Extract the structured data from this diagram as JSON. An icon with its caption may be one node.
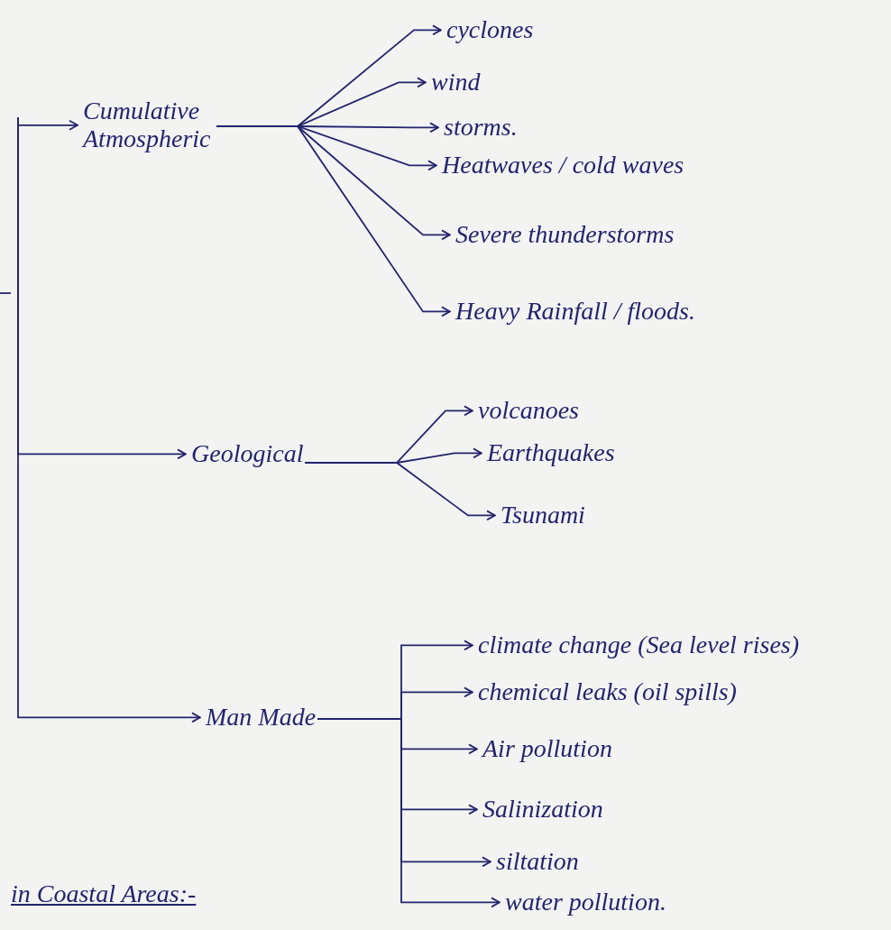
{
  "diagram": {
    "nodes": [
      {
        "text": [
          "Cumulative Atmospheric"
        ]
      },
      {
        "text": [
          "cyclones"
        ]
      },
      {
        "text": [
          "wind"
        ]
      },
      {
        "text": [
          "storms."
        ]
      },
      {
        "text": [
          "Heatwaves / cold waves"
        ]
      },
      {
        "text": [
          "Severe thunderstorms"
        ]
      },
      {
        "text": [
          "Heavy Rainfall / floods."
        ]
      },
      {
        "text": [
          "Geological"
        ]
      },
      {
        "text": [
          "volcanoes"
        ]
      },
      {
        "text": [
          "Earthquakes"
        ]
      },
      {
        "text": [
          "Tsunami"
        ]
      },
      {
        "text": [
          "Man Made"
        ]
      },
      {
        "text": [
          "climate change (Sea level rises)"
        ]
      },
      {
        "text": [
          "chemical leaks (oil spills)"
        ]
      },
      {
        "text": [
          "Air pollution"
        ]
      },
      {
        "text": [
          "Salinization"
        ]
      },
      {
        "text": [
          "siltation"
        ]
      },
      {
        "text": [
          "water pollution."
        ]
      }
    ],
    "edges": [
      {
        "from": null,
        "to": 0,
        "arrow": "to"
      },
      {
        "from": null,
        "to": 7,
        "arrow": "to"
      },
      {
        "from": null,
        "to": 11,
        "arrow": "to"
      },
      {
        "from": 0,
        "to": 1,
        "arrow": "to"
      },
      {
        "from": 0,
        "to": 2,
        "arrow": "to"
      },
      {
        "from": 0,
        "to": 3,
        "arrow": "to"
      },
      {
        "from": 0,
        "to": 4,
        "arrow": "to"
      },
      {
        "from": 0,
        "to": 5,
        "arrow": "to"
      },
      {
        "from": 0,
        "to": 6,
        "arrow": "to"
      },
      {
        "from": 7,
        "to": 8,
        "arrow": "to"
      },
      {
        "from": 7,
        "to": 9,
        "arrow": "to"
      },
      {
        "from": 7,
        "to": 10,
        "arrow": "to"
      },
      {
        "from": 11,
        "to": 12,
        "arrow": "to"
      },
      {
        "from": 11,
        "to": 13,
        "arrow": "to"
      },
      {
        "from": 11,
        "to": 14,
        "arrow": "to"
      },
      {
        "from": 11,
        "to": 15,
        "arrow": "to"
      },
      {
        "from": 11,
        "to": 16,
        "arrow": "to"
      },
      {
        "from": 11,
        "to": 17,
        "arrow": "to"
      }
    ],
    "labels": [
      "in Coastal Areas:-"
    ]
  }
}
